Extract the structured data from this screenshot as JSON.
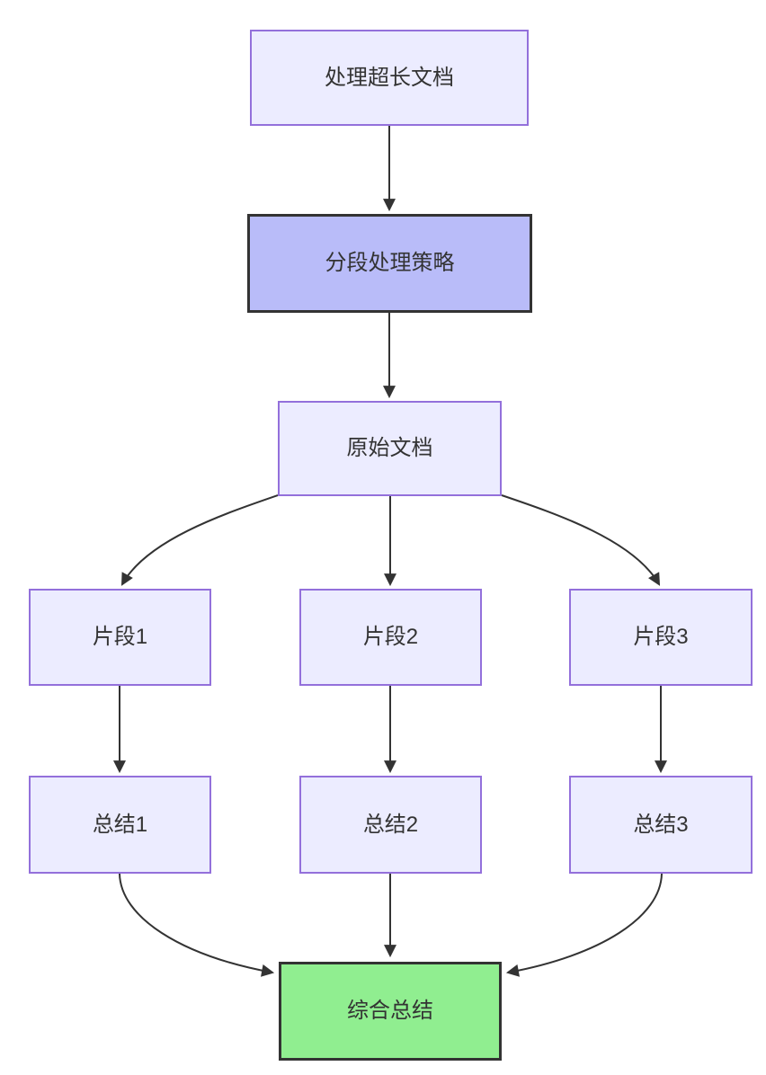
{
  "colors": {
    "background": "#FFFFFF",
    "nodeFill": "#ECECFF",
    "nodeBorder": "#9370DB",
    "highlightFill": "#B9BCF9",
    "highlightBorder": "#333333",
    "resultFill": "#90EE90",
    "resultBorder": "#333333",
    "edge": "#333333",
    "text": "#333333"
  },
  "nodes": {
    "start": {
      "label": "处理超长文档"
    },
    "strategy": {
      "label": "分段处理策略"
    },
    "source": {
      "label": "原始文档"
    },
    "chunk1": {
      "label": "片段1"
    },
    "chunk2": {
      "label": "片段2"
    },
    "chunk3": {
      "label": "片段3"
    },
    "summary1": {
      "label": "总结1"
    },
    "summary2": {
      "label": "总结2"
    },
    "summary3": {
      "label": "总结3"
    },
    "final": {
      "label": "综合总结"
    }
  },
  "edges": [
    {
      "from": "start",
      "to": "strategy"
    },
    {
      "from": "strategy",
      "to": "source"
    },
    {
      "from": "source",
      "to": "chunk1"
    },
    {
      "from": "source",
      "to": "chunk2"
    },
    {
      "from": "source",
      "to": "chunk3"
    },
    {
      "from": "chunk1",
      "to": "summary1"
    },
    {
      "from": "chunk2",
      "to": "summary2"
    },
    {
      "from": "chunk3",
      "to": "summary3"
    },
    {
      "from": "summary1",
      "to": "final"
    },
    {
      "from": "summary2",
      "to": "final"
    },
    {
      "from": "summary3",
      "to": "final"
    }
  ]
}
